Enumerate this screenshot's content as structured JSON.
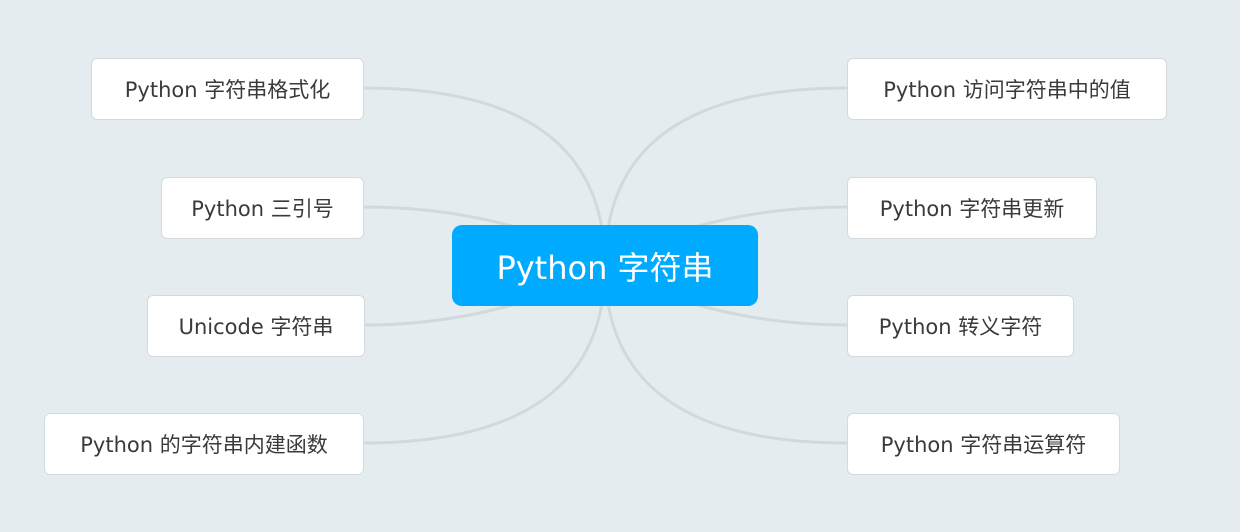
{
  "root": {
    "label": "Python 字符串",
    "color": "#00aaff"
  },
  "left_topics": [
    {
      "label": "Python 字符串格式化"
    },
    {
      "label": "Python 三引号"
    },
    {
      "label": "Unicode 字符串"
    },
    {
      "label": "Python 的字符串内建函数"
    }
  ],
  "right_topics": [
    {
      "label": "Python 访问字符串中的值"
    },
    {
      "label": "Python 字符串更新"
    },
    {
      "label": "Python 转义字符"
    },
    {
      "label": "Python 字符串运算符"
    }
  ]
}
